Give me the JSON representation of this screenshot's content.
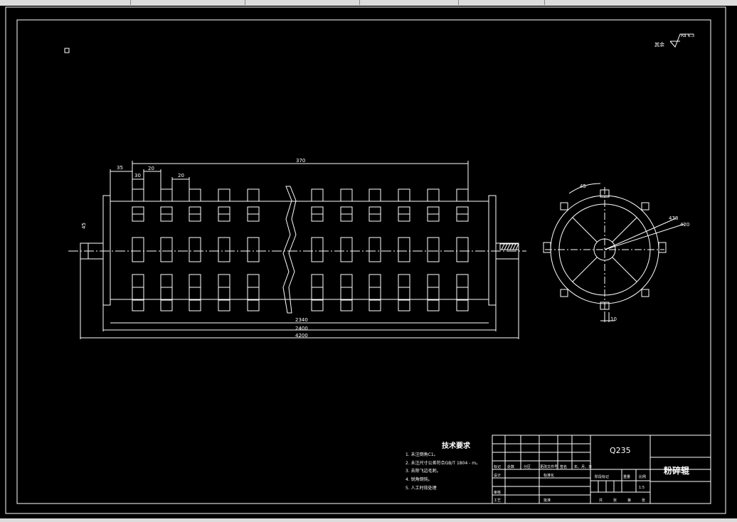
{
  "drawing": {
    "roughness_prefix": "其余",
    "roughness_value": "Ra 6.3",
    "dimensions": {
      "overall_tooth_span": "370",
      "first_offset": "35",
      "tooth_width_a": "30",
      "tooth_gap": "20",
      "tooth_width_b": "20",
      "shaft_dia_left": "45",
      "inner_length": "2340",
      "body_length": "2400",
      "total_length": "4200",
      "side_angle": "45",
      "outer_dia": "438",
      "inner_dia": "420",
      "tooth_height": "10"
    },
    "tech_req": {
      "title": "技术要求",
      "items": [
        "1. 未注倒角C1。",
        "2. 未注尺寸公差符合GB/T 1804 - m。",
        "3. 去除飞边毛刺。",
        "4. 锐角倒钝。",
        "5. 人工时效处理"
      ]
    },
    "title_block": {
      "material": "Q235",
      "part_name": "粉碎辊",
      "row_labels": [
        "标记",
        "处数",
        "分区",
        "更改文件号",
        "签名",
        "年、月、日"
      ],
      "design": "设计",
      "standardize": "标准化",
      "review": "审核",
      "process": "工艺",
      "approve": "批准",
      "stage_headers": [
        "阶段标记",
        "重量",
        "比例"
      ],
      "scale": "1:5",
      "sheet_labels": [
        "共",
        "张",
        "第",
        "张"
      ]
    }
  }
}
